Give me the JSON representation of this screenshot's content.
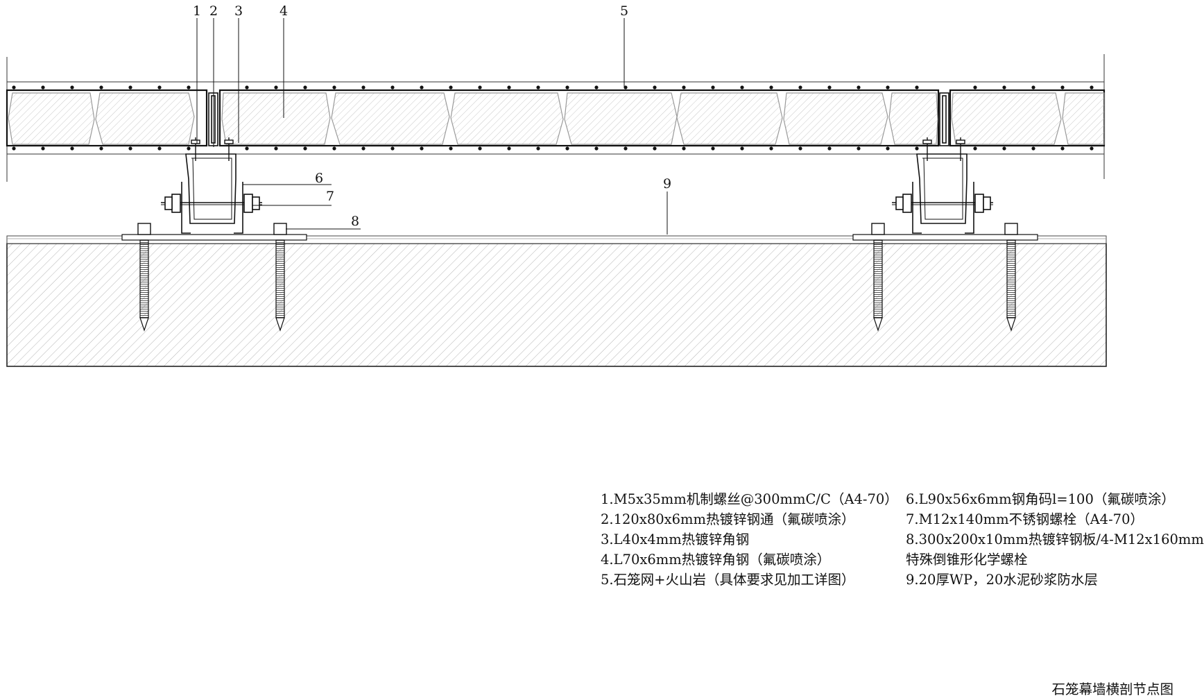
{
  "callouts": [
    "1",
    "2",
    "3",
    "4",
    "5",
    "6",
    "7",
    "8",
    "9"
  ],
  "legend": {
    "left": [
      "1.M5x35mm机制螺丝@300mmC/C（A4-70）",
      "2.120x80x6mm热镀锌钢通（氟碳喷涂）",
      "3.L40x4mm热镀锌角钢",
      "4.L70x6mm热镀锌角钢（氟碳喷涂）",
      "5.石笼网+火山岩（具体要求见加工详图）"
    ],
    "right": [
      "6.L90x56x6mm钢角码l=100（氟碳喷涂）",
      "7.M12x140mm不锈钢螺栓（A4-70）",
      "8.300x200x10mm热镀锌钢板/4-M12x160mm",
      "特殊倒锥形化学螺栓",
      "9.20厚WP，20水泥砂浆防水层"
    ]
  },
  "title": "石笼幕墙横剖节点图"
}
